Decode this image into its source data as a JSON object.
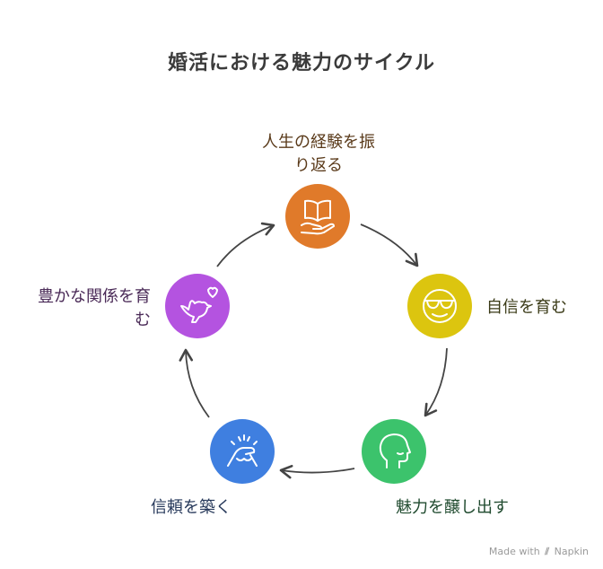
{
  "title": "婚活における魅力のサイクル",
  "steps": [
    {
      "lines": [
        "人生の経験を振",
        "り返る"
      ],
      "color": "#e07a2a",
      "icon": "open-book-in-hand-icon"
    },
    {
      "lines": [
        "自信を育む"
      ],
      "color": "#dcc50f",
      "icon": "smiling-face-with-sunglasses-icon"
    },
    {
      "lines": [
        "魅力を醸し出す"
      ],
      "color": "#3cc36c",
      "icon": "head-profile-icon"
    },
    {
      "lines": [
        "信頼を築く"
      ],
      "color": "#3f7fe0",
      "icon": "handshake-icon"
    },
    {
      "lines": [
        "豊かな関係を育",
        "む"
      ],
      "color": "#b453e0",
      "icon": "bird-with-heart-icon"
    }
  ],
  "watermark": {
    "prefix": "Made with",
    "brand": "Napkin"
  }
}
